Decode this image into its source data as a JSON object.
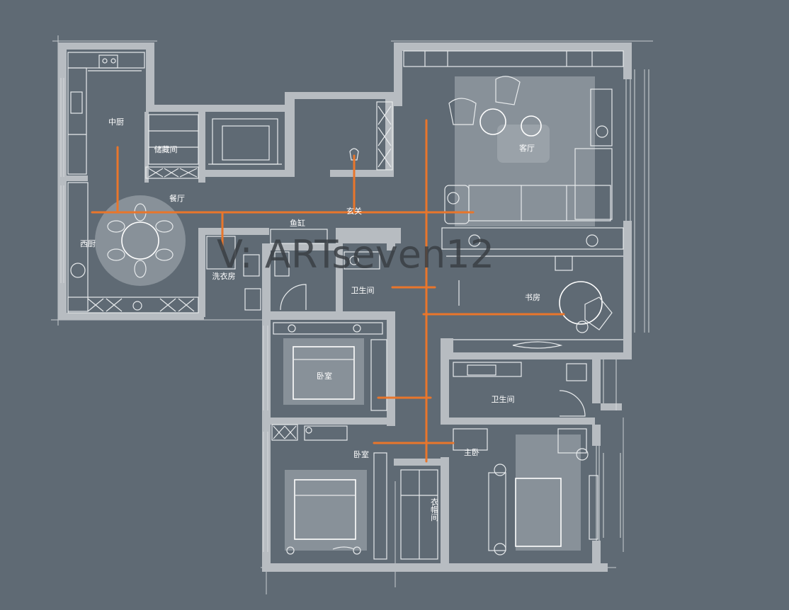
{
  "rooms": {
    "chinese_kitchen": "中厨",
    "storage": "储藏间",
    "dining": "餐厅",
    "western_kitchen": "西厨",
    "living_room": "客厅",
    "entrance": "玄关",
    "fish_tank": "鱼缸",
    "laundry": "洗衣房",
    "bathroom_1": "卫生间",
    "study": "书房",
    "bedroom_1": "卧室",
    "bathroom_2": "卫生间",
    "bedroom_2": "卧室",
    "master_bedroom": "主卧",
    "cloakroom": "衣帽间"
  },
  "watermark": "V: ARTseven12",
  "colors": {
    "background": "#5f6a74",
    "wall": "#b7bcc1",
    "circulation": "#e9762b"
  }
}
